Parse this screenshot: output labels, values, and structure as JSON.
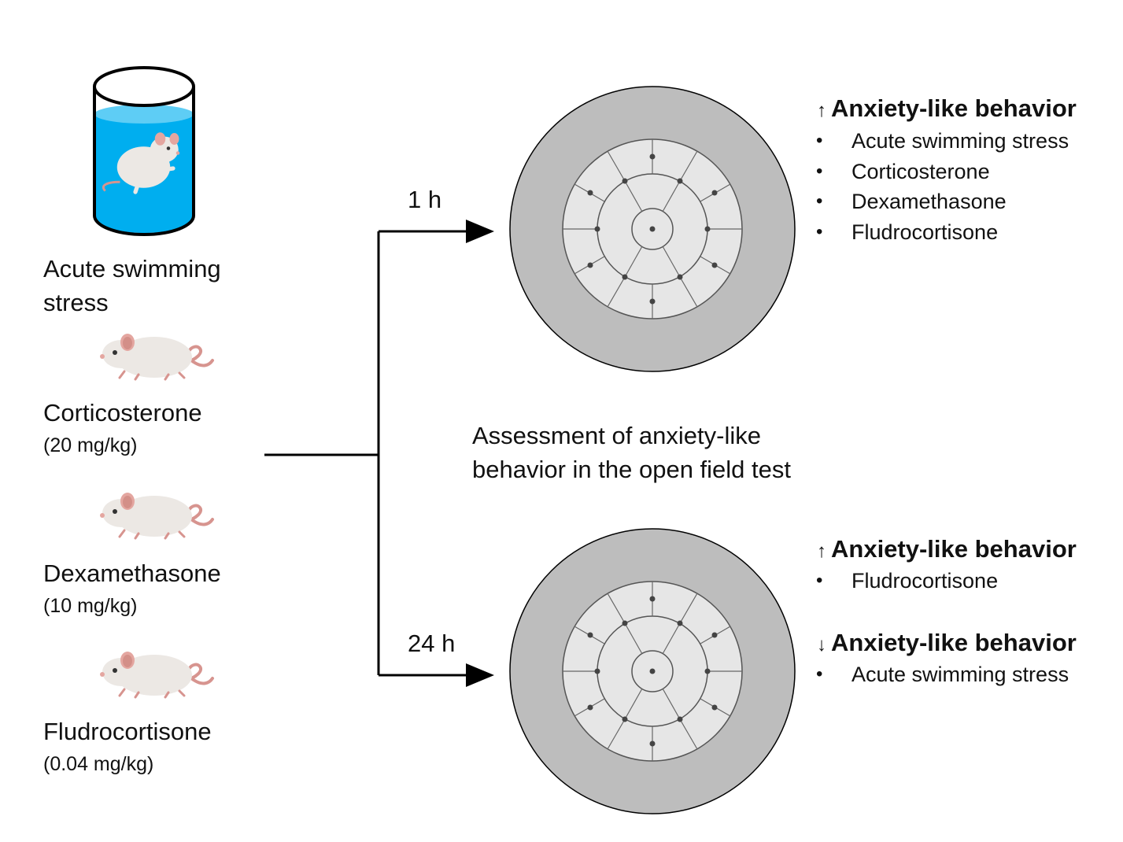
{
  "treatments": [
    {
      "name": "Acute swimming",
      "name_line2": "stress",
      "dose": ""
    },
    {
      "name": "Corticosterone",
      "dose": "(20 mg/kg)"
    },
    {
      "name": "Dexamethasone",
      "dose": "(10 mg/kg)"
    },
    {
      "name": "Fludrocortisone",
      "dose": "(0.04 mg/kg)"
    }
  ],
  "timepoints": [
    "1 h",
    "24 h"
  ],
  "assessment": {
    "line1": "Assessment of anxiety-like",
    "line2": "behavior in the open field test"
  },
  "results_1h": {
    "increase": {
      "arrow": "↑",
      "title": "Anxiety-like behavior",
      "items": [
        "Acute swimming stress",
        "Corticosterone",
        "Dexamethasone",
        "Fludrocortisone"
      ]
    }
  },
  "results_24h": {
    "increase": {
      "arrow": "↑",
      "title": "Anxiety-like behavior",
      "items": [
        "Fludrocortisone"
      ]
    },
    "decrease": {
      "arrow": "↓",
      "title": "Anxiety-like behavior",
      "items": [
        "Acute swimming stress"
      ]
    }
  },
  "icons": [
    "swim-cylinder-icon",
    "mouse-icon",
    "open-field-arena-icon",
    "arrow-right-icon"
  ],
  "colors": {
    "water": "#00aeef",
    "water_top": "#5ecdf5",
    "arena_outer": "#bdbdbd",
    "arena_inner": "#e6e6e6",
    "mouse_body": "#ece8e4",
    "mouse_pink": "#e4a6a0"
  }
}
